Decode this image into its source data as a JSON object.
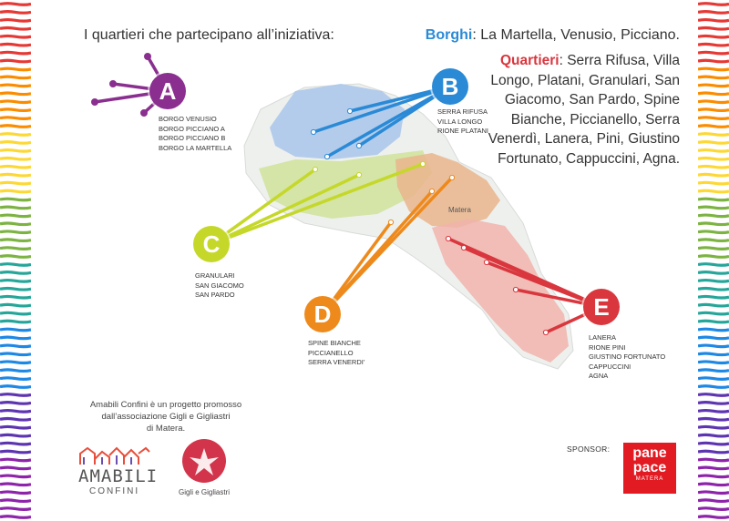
{
  "heading": "I quartieri che partecipano all’iniziativa:",
  "borghi": {
    "label": "Borghi",
    "text": ": La Martella, Venusio, Picciano."
  },
  "quartieri": {
    "label": "Quartieri",
    "text": ": Serra Rifusa, Villa Longo, Platani, Granulari, San Giacomo, San Pardo, Spine Bianche, Piccianello, Serra Venerdì, Lanera, Pini, Giustino Fortunato, Cappuccini, Agna."
  },
  "map_labels": {
    "town": "Matera"
  },
  "groups": [
    {
      "letter": "A",
      "color": "#8a2f8f",
      "items": [
        "Borgo Venusio",
        "Borgo Picciano A",
        "Borgo Picciano B",
        "Borgo La Martella"
      ]
    },
    {
      "letter": "B",
      "color": "#2a8ad6",
      "items": [
        "Serra Rifusa",
        "Villa Longo",
        "Rione Platani"
      ]
    },
    {
      "letter": "C",
      "color": "#c5d82a",
      "items": [
        "Granulari",
        "San Giacomo",
        "San Pardo"
      ]
    },
    {
      "letter": "D",
      "color": "#ee8a1c",
      "items": [
        "Spine Bianche",
        "Piccianello",
        "Serra Venerdi’"
      ]
    },
    {
      "letter": "E",
      "color": "#d9363e",
      "items": [
        "Lanera",
        "Rione Pini",
        "Giustino Fortunato",
        "Cappuccini",
        "Agna"
      ]
    }
  ],
  "footer": {
    "credit_line1": "Amabili Confini è un progetto promosso",
    "credit_line2": "dall’associazione Gigli e Gigliastri",
    "credit_line3": "di Matera.",
    "amabili_word1": "AMABILI",
    "amabili_word2": "CONFINI",
    "gigli_name": "Gigli e Gigliastri",
    "sponsor_label": "SPONSOR:",
    "panepace_line1": "pane",
    "panepace_line2": "pace",
    "panepace_line3": "MATERA"
  },
  "colors": {
    "stripes": [
      "#e53935",
      "#fb8c00",
      "#fdd835",
      "#7cb342",
      "#26a69a",
      "#1e88e5",
      "#5e35b1",
      "#8e24aa"
    ]
  }
}
